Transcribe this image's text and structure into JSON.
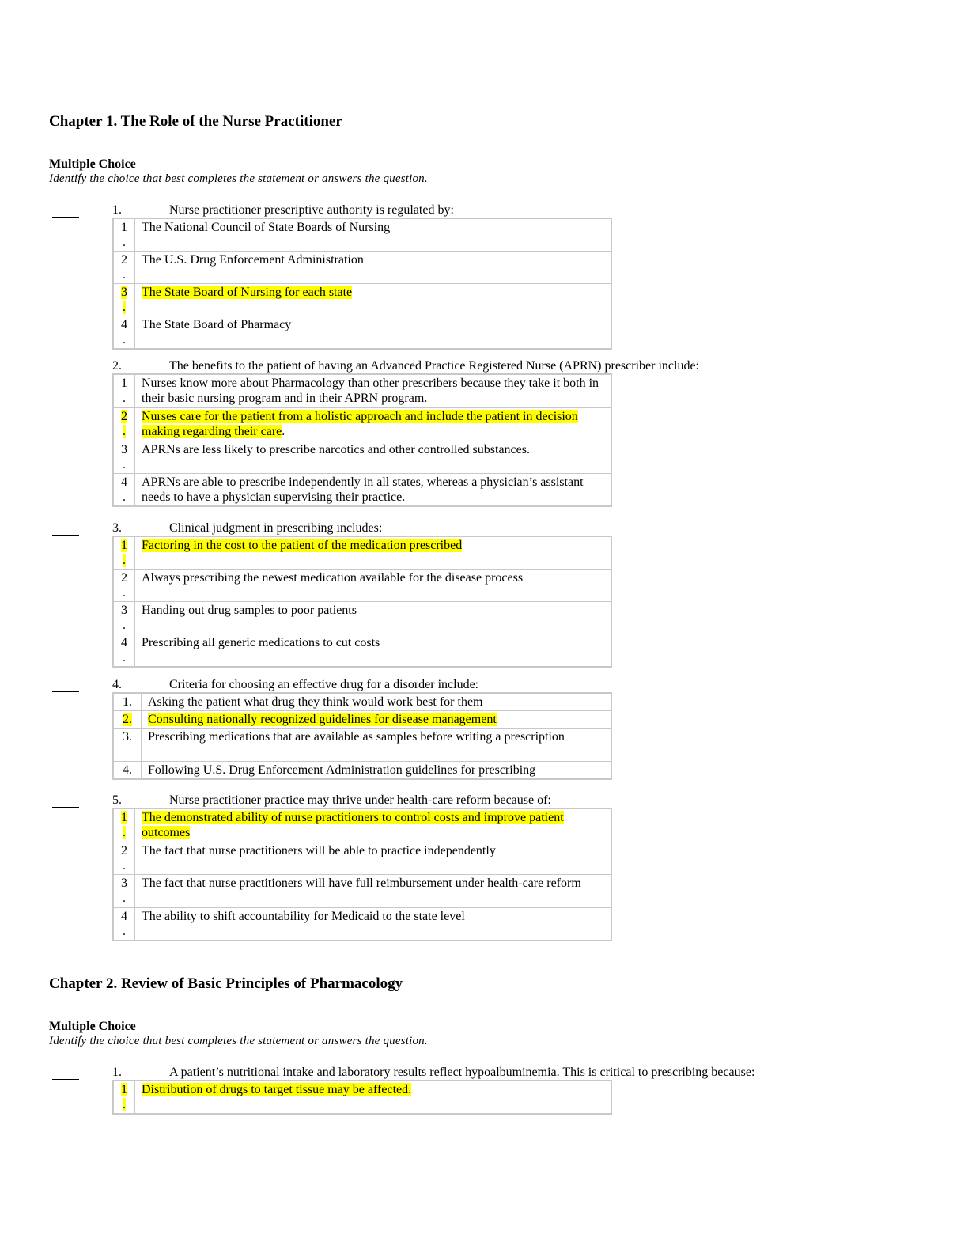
{
  "chapters": [
    {
      "title": "Chapter 1. The Role of the Nurse Practitioner",
      "section_title": "Multiple Choice",
      "instructions": "Identify the choice that best completes the statement or answers the question.",
      "questions": [
        {
          "number": "1.",
          "stem": "Nurse practitioner prescriptive authority is regulated by:",
          "options": [
            {
              "num": "1",
              "text": "The National Council of State Boards of Nursing",
              "highlighted": false
            },
            {
              "num": "2",
              "text": "The U.S. Drug Enforcement Administration",
              "highlighted": false
            },
            {
              "num": "3",
              "text": "The State Board of Nursing for each state",
              "highlighted": true
            },
            {
              "num": "4",
              "text": "The State Board of Pharmacy",
              "highlighted": false
            }
          ]
        },
        {
          "number": "2.",
          "stem": "The benefits to the patient of having an Advanced Practice Registered Nurse (APRN) prescriber include:",
          "options": [
            {
              "num": "1",
              "text": "Nurses know more about Pharmacology than other prescribers because they take it both in their basic nursing program and in their APRN program.",
              "highlighted": false
            },
            {
              "num": "2",
              "text": "Nurses care for the patient from a holistic approach and include the patient in decision making regarding their care",
              "suffix": ".",
              "highlighted": true
            },
            {
              "num": "3",
              "text": "APRNs are less likely to prescribe narcotics and other controlled substances.",
              "highlighted": false
            },
            {
              "num": "4",
              "text": "APRNs are able to prescribe independently in all states, whereas a physician’s assistant needs to have a physician supervising their practice.",
              "highlighted": false
            }
          ]
        },
        {
          "number": "3.",
          "stem": "Clinical judgment in prescribing includes:",
          "options": [
            {
              "num": "1",
              "text": "Factoring in the cost to the patient of the medication prescribed",
              "highlighted": true
            },
            {
              "num": "2",
              "text": "Always prescribing the newest medication available for the disease process",
              "highlighted": false
            },
            {
              "num": "3",
              "text": "Handing out drug samples to poor patients",
              "highlighted": false
            },
            {
              "num": "4",
              "text": "Prescribing all generic medications to cut costs",
              "highlighted": false
            }
          ]
        },
        {
          "number": "4.",
          "stem": "Criteria for choosing an effective drug for a disorder include:",
          "options": [
            {
              "num": "1.",
              "text": "Asking the patient what drug they think would work best for them",
              "highlighted": false
            },
            {
              "num": "2.",
              "text": "Consulting nationally recognized guidelines for disease management",
              "highlighted": true
            },
            {
              "num": "3.",
              "text": "Prescribing medications that are available as samples before writing a prescription",
              "highlighted": false
            },
            {
              "num": "4.",
              "text": "Following U.S. Drug Enforcement Administration guidelines for prescribing",
              "highlighted": false
            }
          ]
        },
        {
          "number": "5.",
          "stem": "Nurse practitioner practice may thrive under health-care reform because of:",
          "options": [
            {
              "num": "1",
              "text": "The demonstrated ability of nurse practitioners to control costs and improve patient outcomes",
              "highlighted": true
            },
            {
              "num": "2",
              "text": "The fact that nurse practitioners will be able to practice independently",
              "highlighted": false
            },
            {
              "num": "3",
              "text": "The fact that nurse practitioners will have full reimbursement under health-care reform",
              "highlighted": false
            },
            {
              "num": "4",
              "text": "The ability to shift accountability for Medicaid to the state level",
              "highlighted": false
            }
          ]
        }
      ]
    },
    {
      "title": "Chapter 2. Review of Basic Principles of Pharmacology",
      "section_title": "Multiple Choice",
      "instructions": "Identify the choice that best completes the statement or answers the question.",
      "questions": [
        {
          "number": "1.",
          "stem": "A patient’s nutritional intake and laboratory results reflect hypoalbuminemia. This is critical to prescribing because:",
          "options": [
            {
              "num": "1",
              "text": "Distribution of drugs to target tissue may be affected.",
              "highlighted": true
            }
          ]
        }
      ]
    }
  ]
}
